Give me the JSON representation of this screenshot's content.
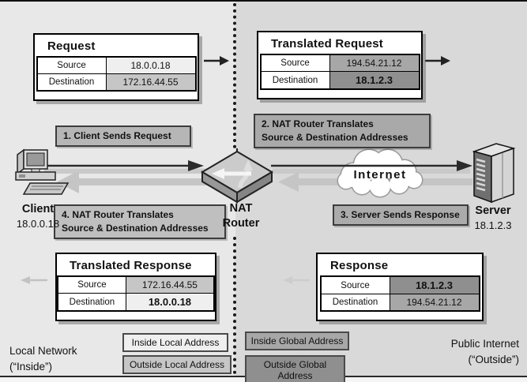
{
  "figure": {
    "description": "NAT router address translation diagram"
  },
  "colors": {
    "bg_left": "#e8e8e8",
    "bg_right": "#d9d9d9",
    "inside_local": "#efefef",
    "outside_local": "#c6c6c6",
    "inside_global": "#a7a7a7",
    "outside_global": "#8f8f8f",
    "arrow_dark": "#2b2b2b",
    "arrow_light": "#c5c5c5"
  },
  "panels": {
    "request": {
      "title": "Request",
      "rows": [
        {
          "label": "Source",
          "value": "18.0.0.18",
          "color": "inside_local"
        },
        {
          "label": "Destination",
          "value": "172.16.44.55",
          "color": "outside_local"
        }
      ]
    },
    "translated_request": {
      "title": "Translated Request",
      "rows": [
        {
          "label": "Source",
          "value": "194.54.21.12",
          "color": "inside_global"
        },
        {
          "label": "Destination",
          "value": "18.1.2.3",
          "color": "outside_global"
        }
      ]
    },
    "translated_response": {
      "title": "Translated Response",
      "rows": [
        {
          "label": "Source",
          "value": "172.16.44.55",
          "color": "outside_local"
        },
        {
          "label": "Destination",
          "value": "18.0.0.18",
          "color": "inside_local"
        }
      ]
    },
    "response": {
      "title": "Response",
      "rows": [
        {
          "label": "Source",
          "value": "18.1.2.3",
          "color": "outside_global"
        },
        {
          "label": "Destination",
          "value": "194.54.21.12",
          "color": "inside_global"
        }
      ]
    }
  },
  "steps": {
    "step1": "1. Client Sends Request",
    "step2": {
      "line1": "2. NAT Router Translates",
      "line2": "Source & Destination Addresses"
    },
    "step3": "3. Server Sends Response",
    "step4": {
      "line1": "4. NAT Router Translates",
      "line2": "Source & Destination Addresses"
    }
  },
  "nodes": {
    "client": {
      "name": "Client",
      "address": "18.0.0.18"
    },
    "router": {
      "line1": "NAT",
      "line2": "Router"
    },
    "internet": {
      "label": "Internet"
    },
    "server": {
      "name": "Server",
      "address": "18.1.2.3"
    }
  },
  "legend": {
    "inside_local": "Inside Local Address",
    "outside_local": "Outside Local Address",
    "inside_global": "Inside Global Address",
    "outside_global": "Outside Global Address"
  },
  "zones": {
    "local": {
      "line1": "Local Network",
      "line2": "(“Inside”)"
    },
    "public": {
      "line1": "Public Internet",
      "line2": "(“Outside”)"
    }
  }
}
